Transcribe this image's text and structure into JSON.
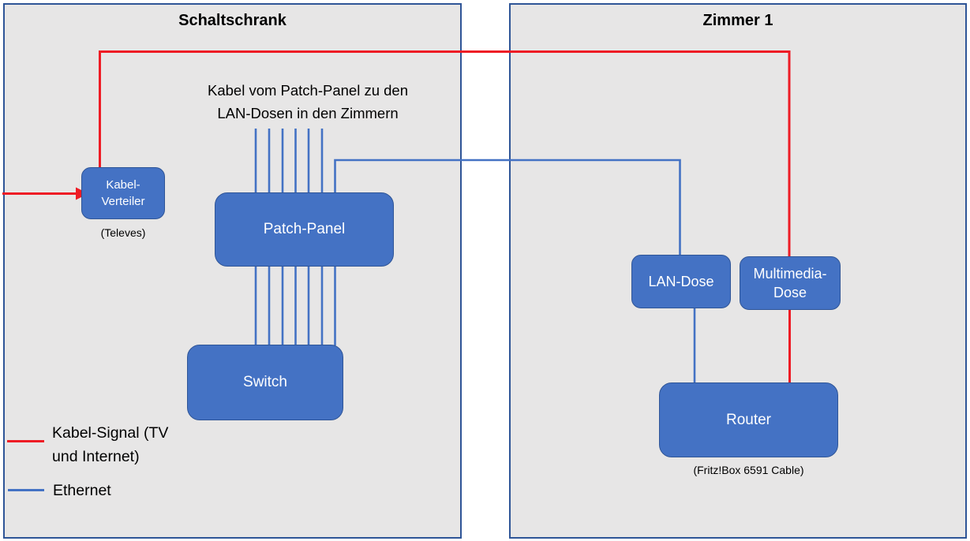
{
  "panels": {
    "schaltschrank": {
      "title": "Schaltschrank"
    },
    "zimmer1": {
      "title": "Zimmer 1"
    }
  },
  "nodes": {
    "kabel_verteiler": {
      "label": "Kabel-\nVerteiler",
      "caption": "(Televes)"
    },
    "patch_panel": {
      "label": "Patch-Panel"
    },
    "switch": {
      "label": "Switch"
    },
    "lan_dose": {
      "label": "LAN-Dose"
    },
    "multimedia_dose": {
      "label": "Multimedia-\nDose"
    },
    "router": {
      "label": "Router",
      "caption": "(Fritz!Box 6591 Cable)"
    }
  },
  "annotation": {
    "text": "Kabel vom Patch-Panel zu den\nLAN-Dosen in den Zimmern"
  },
  "legend": {
    "items": [
      {
        "label": "Kabel-Signal (TV\nund Internet)",
        "color": "#EE1C25"
      },
      {
        "label": "Ethernet",
        "color": "#4472C4"
      }
    ]
  },
  "colors": {
    "cable_signal": "#EE1C25",
    "ethernet": "#4472C4",
    "node_fill": "#4472C4",
    "node_border": "#2F5597",
    "panel_fill": "#E7E6E6",
    "panel_border": "#2F5597"
  }
}
